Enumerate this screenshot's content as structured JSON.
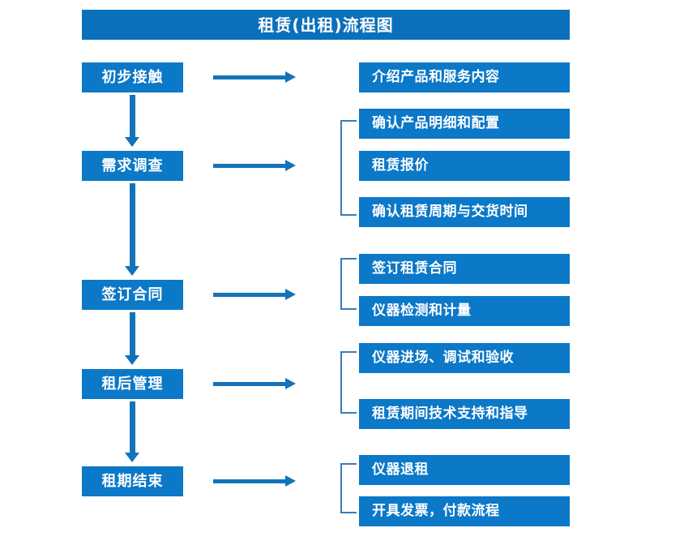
{
  "diagram": {
    "title": "租赁(出租)流程图",
    "colors": {
      "title_bar": "#0b70bc",
      "box_fill": "#0b78c8",
      "box_text": "#ffffff",
      "arrow": "#1273b9",
      "bracket": "#3a7cb8",
      "background": "#ffffff"
    },
    "stages": [
      {
        "label": "初步接触"
      },
      {
        "label": "需求调查"
      },
      {
        "label": "签订合同"
      },
      {
        "label": "租后管理"
      },
      {
        "label": "租期结束"
      }
    ],
    "details": [
      {
        "label": "介绍产品和服务内容"
      },
      {
        "label": "确认产品明细和配置"
      },
      {
        "label": "租赁报价"
      },
      {
        "label": "确认租赁周期与交货时间"
      },
      {
        "label": "签订租赁合同"
      },
      {
        "label": "仪器检测和计量"
      },
      {
        "label": "仪器进场、调试和验收"
      },
      {
        "label": "租赁期间技术支持和指导"
      },
      {
        "label": "仪器退租"
      },
      {
        "label": "开具发票，付款流程"
      }
    ]
  }
}
